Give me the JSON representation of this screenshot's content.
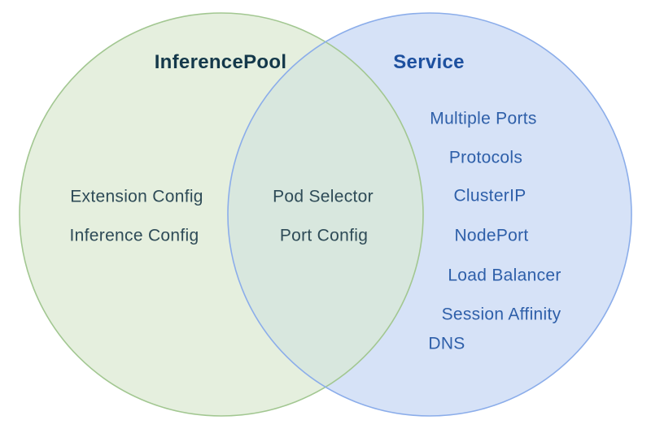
{
  "diagram": {
    "type": "venn",
    "left": {
      "title": "InferencePool",
      "items": [
        "Extension Config",
        "Inference Config"
      ]
    },
    "overlap": {
      "items": [
        "Pod Selector",
        "Port Config"
      ]
    },
    "right": {
      "title": "Service",
      "items": [
        "Multiple Ports",
        "Protocols",
        "ClusterIP",
        "NodePort",
        "Load Balancer",
        "Session Affinity",
        "DNS"
      ]
    }
  },
  "colors": {
    "background": "#ffffff",
    "left-fill": "#e5efde",
    "left-stroke": "#a2c791",
    "left-title": "#14384a",
    "left-item": "#2e4b57",
    "right-fill": "#d6e2f7",
    "right-stroke": "#8badea",
    "right-title": "#1d509f",
    "right-item": "#2e5fa9",
    "overlap-fill": "#d8e7de"
  }
}
